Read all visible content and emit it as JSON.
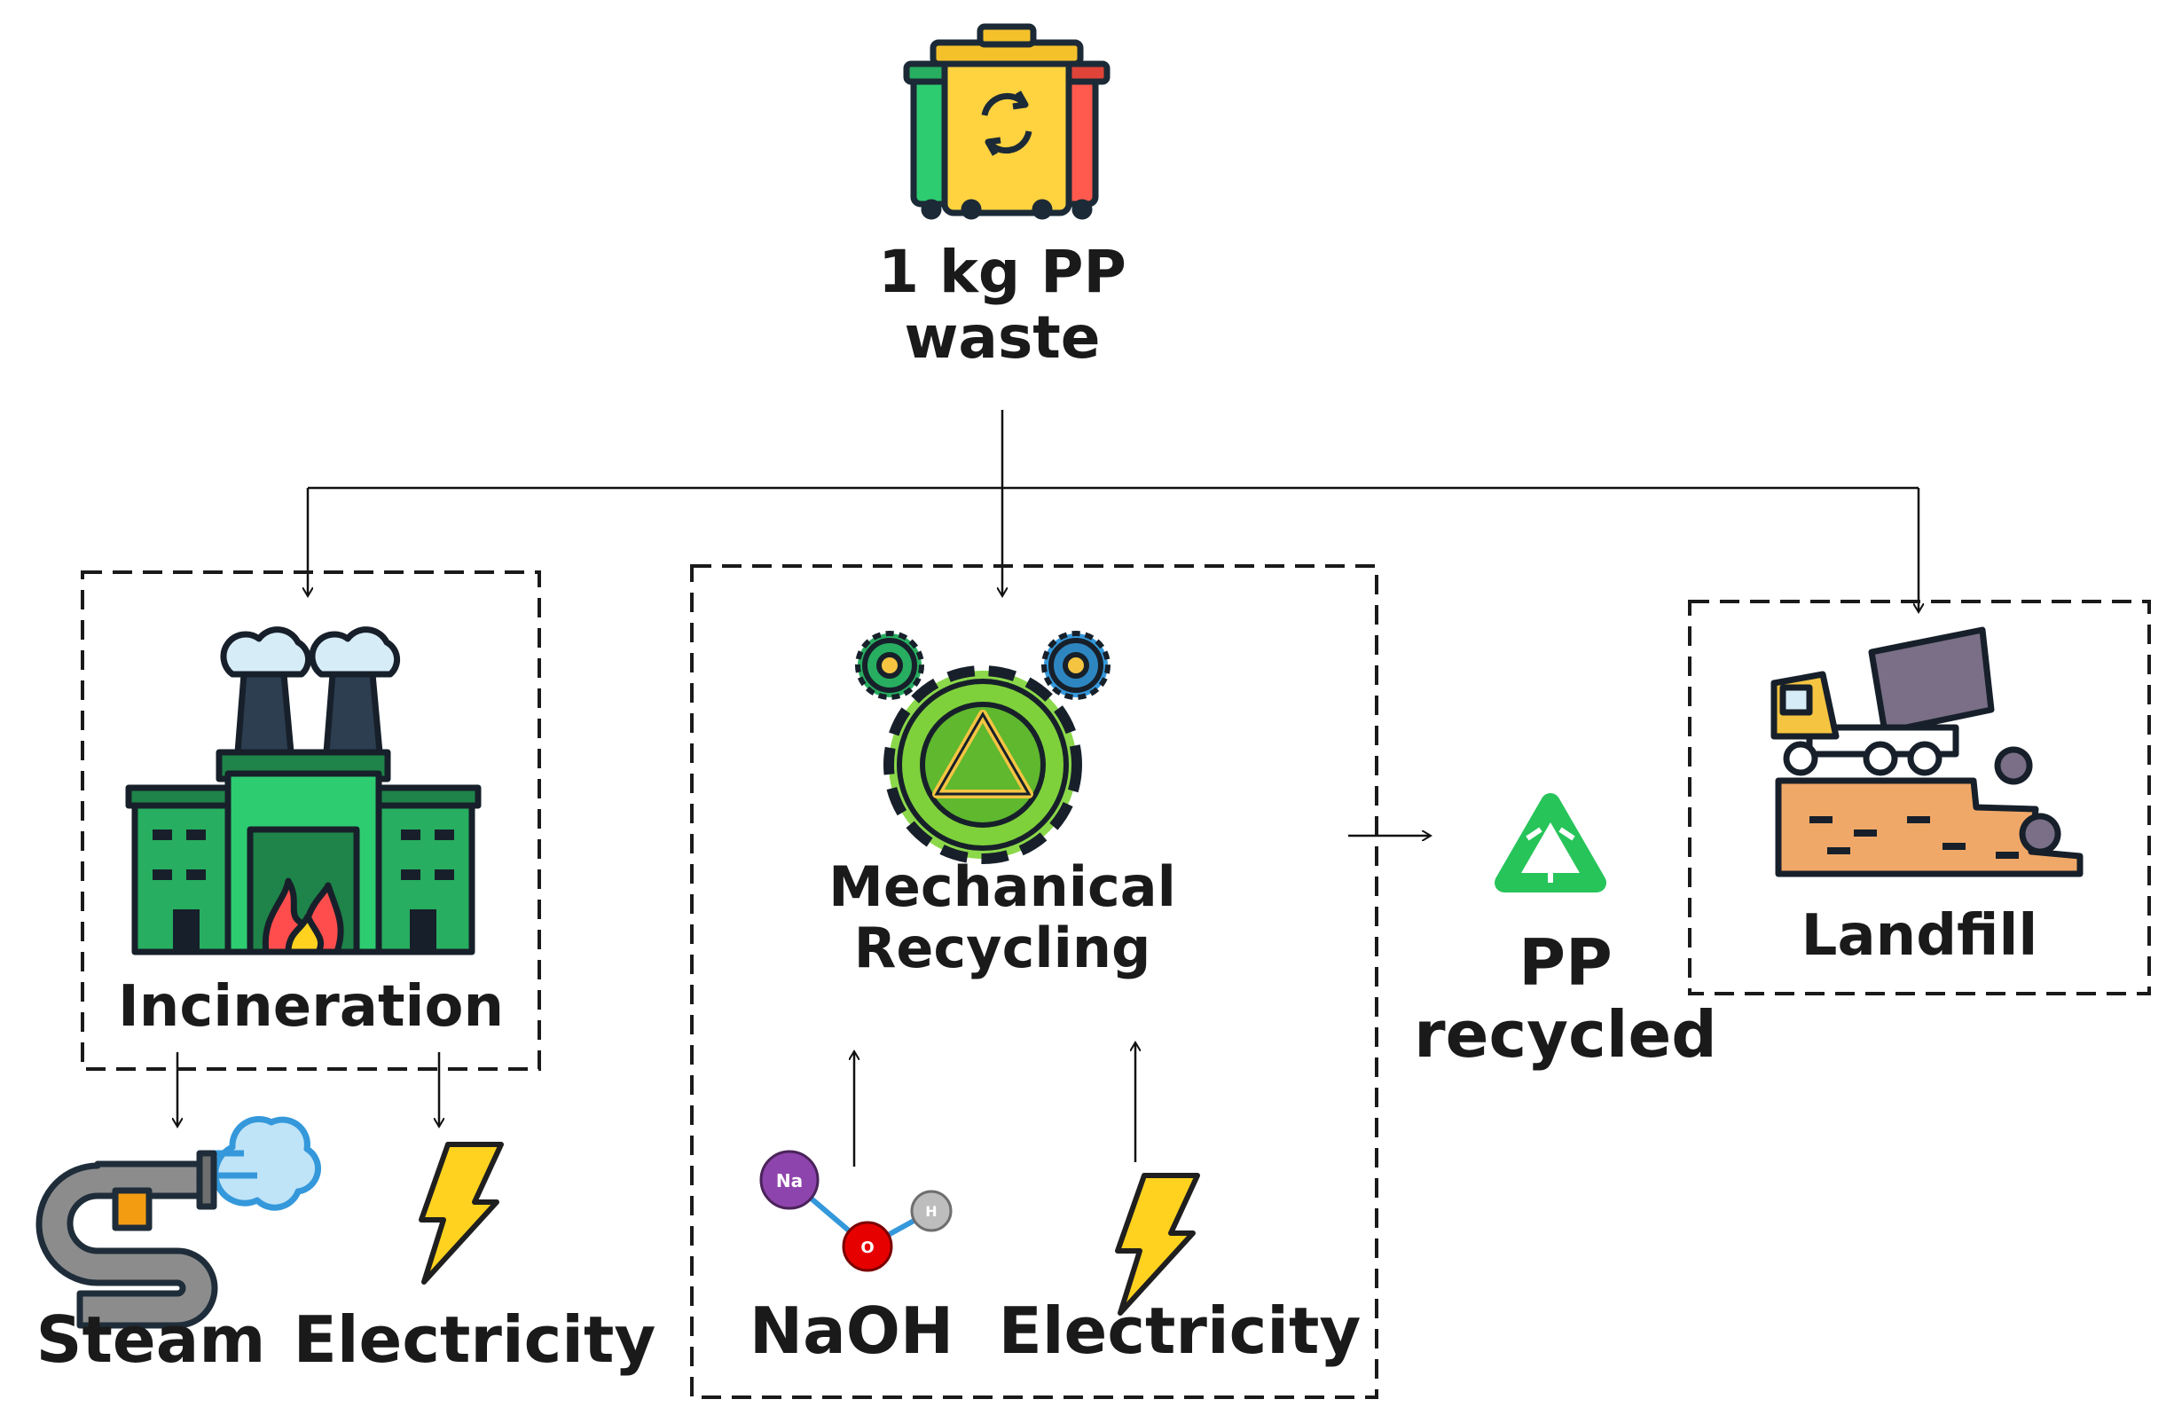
{
  "source": {
    "line1": "1 kg PP",
    "line2": "waste"
  },
  "incineration": {
    "label": "Incineration",
    "out1": "Steam",
    "out2": "Electricity"
  },
  "mechanical": {
    "line1": "Mechanical",
    "line2": "Recycling",
    "in1": "NaOH",
    "in2": "Electricity",
    "atom_na": "Na",
    "atom_o": "O",
    "atom_h": "H"
  },
  "product": {
    "line1": "PP",
    "line2": "recycled"
  },
  "landfill": {
    "label": "Landfill"
  },
  "colors": {
    "factory": "#27ae60",
    "factory_dark": "#1e8449",
    "fire": "#ff4d4d",
    "gear": "#7fd13b",
    "recycle": "#2ecc71",
    "bolt": "#ffd21f",
    "sodium": "#8e44ad",
    "oxygen": "#e60000",
    "hydrogen": "#bdbdbd",
    "truck": "#f5c542",
    "dirt": "#f0a868"
  }
}
